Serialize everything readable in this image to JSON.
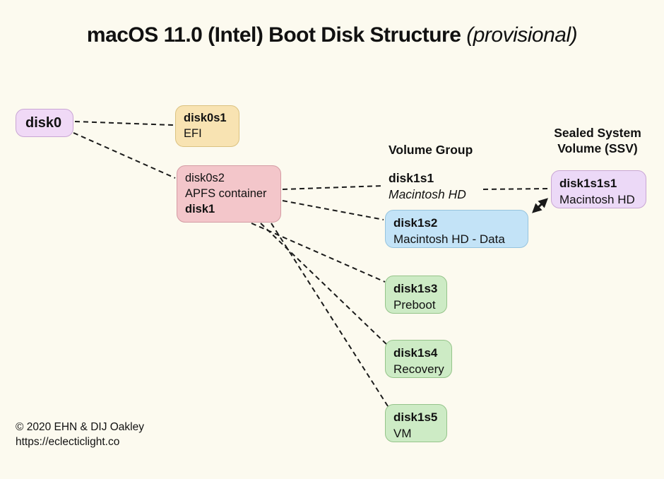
{
  "title": {
    "main": "macOS 11.0 (Intel) Boot Disk Structure",
    "provisional": "(provisional)"
  },
  "headings": {
    "volume_group": "Volume Group",
    "ssv_line1": "Sealed System",
    "ssv_line2": "Volume (SSV)"
  },
  "floating_labels": {
    "disk1s1_id": "disk1s1",
    "disk1s1_name": "Macintosh HD"
  },
  "nodes": {
    "disk0": {
      "id": "disk0"
    },
    "disk0s1": {
      "id": "disk0s1",
      "name": "EFI"
    },
    "disk0s2": {
      "line1": "disk0s2",
      "line2": "APFS container",
      "line3": "disk1"
    },
    "disk1s2": {
      "id": "disk1s2",
      "name": "Macintosh HD - Data"
    },
    "disk1s3": {
      "id": "disk1s3",
      "name": "Preboot"
    },
    "disk1s4": {
      "id": "disk1s4",
      "name": "Recovery"
    },
    "disk1s5": {
      "id": "disk1s5",
      "name": "VM"
    },
    "disk1s1s1": {
      "id": "disk1s1s1",
      "name": "Macintosh HD"
    }
  },
  "footer": {
    "copyright": "© 2020 EHN & DIJ Oakley",
    "url": "https://eclecticlight.co"
  },
  "colors": {
    "background": "#FCFAEF",
    "line": "#1A1A1A",
    "disk0_fill": "#F0D9F6",
    "disk0_border": "#C9A6D4",
    "efi_fill": "#F8E3B2",
    "efi_border": "#DBC280",
    "apfs_fill": "#F3C6CA",
    "apfs_border": "#D49BA3",
    "data_fill": "#C3E3F7",
    "data_border": "#96C4DE",
    "green_fill": "#CDEBC5",
    "green_border": "#95C48A",
    "ssv_fill": "#ECD9F7",
    "ssv_border": "#C9A6D4"
  }
}
